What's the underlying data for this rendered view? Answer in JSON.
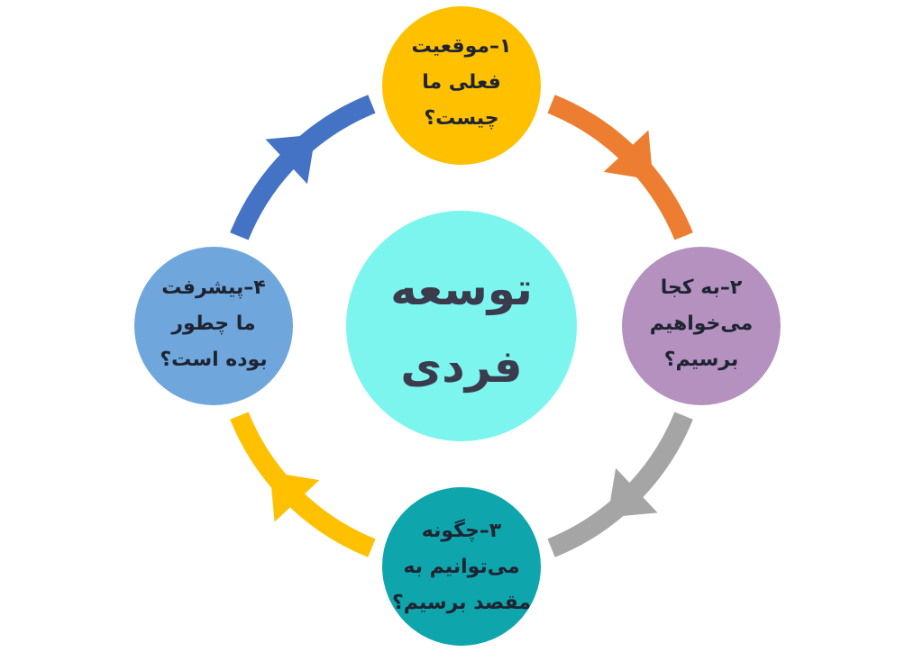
{
  "center": {
    "lines": [
      "توسعه",
      "فردی"
    ],
    "color": "#7DF5EF"
  },
  "steps": [
    {
      "lines": [
        "۱–موقعیت",
        "فعلی ما",
        "چیست؟"
      ],
      "color": "#FFC000"
    },
    {
      "lines": [
        "۲–به کجا",
        "می‌خواهیم",
        "برسیم؟"
      ],
      "color": "#B491BE"
    },
    {
      "lines": [
        "۳–چگونه",
        "می‌توانیم به",
        "مقصد برسیم؟"
      ],
      "color": "#0FA5AC"
    },
    {
      "lines": [
        "۴–پیشرفت",
        "ما چطور",
        "بوده است؟"
      ],
      "color": "#6FA7DC"
    }
  ],
  "arrows": [
    {
      "from": "step-1",
      "to": "step-2",
      "color": "#ED7D31"
    },
    {
      "from": "step-2",
      "to": "step-3",
      "color": "#A5A5A5"
    },
    {
      "from": "step-3",
      "to": "step-4",
      "color": "#FFC000"
    },
    {
      "from": "step-4",
      "to": "step-1",
      "color": "#4472C4"
    }
  ]
}
